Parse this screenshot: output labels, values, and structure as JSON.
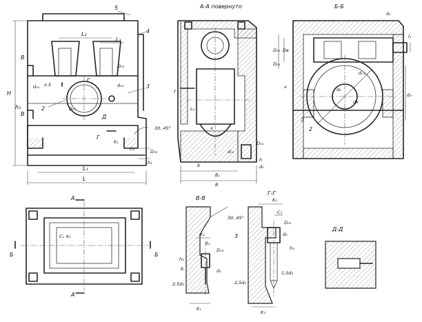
{
  "views": {
    "main_view": {
      "title": "",
      "labels": {
        "five": "5",
        "four": "4",
        "three": "3",
        "two": "2",
        "H": "H",
        "h1": "h₁",
        "B_top": "B",
        "B_bot": "B",
        "L2": "L₂",
        "L3": "L₃",
        "L1": "L₁",
        "L": "L",
        "G_top": "Г",
        "G_arrow": "Г",
        "D_arrow": "Д",
        "x5": "x.5",
        "D01": "D₀₁",
        "D02": "D₀₂",
        "d02": "d₀₂",
        "d01": "d₀₁",
        "angle": "30..45°",
        "K1": "K₁",
        "C1": "C₁",
        "D03": "D₀₃",
        "h1b": "h₁"
      }
    },
    "section_AA": {
      "title": "А-А повернуто",
      "labels": {
        "f": "f",
        "L2": "L₂",
        "x": "x",
        "B1": "B₁",
        "B": "B",
        "b": "b",
        "D01": "D₀₁",
        "d01": "d₀₁",
        "h": "h",
        "d0": "d₀"
      }
    },
    "section_BB": {
      "title": "Б-Б",
      "labels": {
        "d1": "d₁",
        "l1": "l₁",
        "D02": "D₀₂",
        "Dv": "Dв",
        "D01": "D₀₁",
        "dk": "dк",
        "d2": "d₂",
        "dn1": "dₙ₁",
        "d3": "d₃",
        "three": "3",
        "two": "2",
        "x": "x"
      }
    },
    "top_view": {
      "title": "",
      "labels": {
        "A_top": "А",
        "A_bot": "А",
        "B_left": "Б",
        "B_right": "Б",
        "C1": "C₁",
        "K1": "K₁"
      }
    },
    "section_VV": {
      "title": "В-В",
      "labels": {
        "angle": "30..45°",
        "K1": "K₁",
        "s1": "S₁",
        "D03": "D₀₃",
        "h3": "h₃",
        "d3": "d₃",
        "b": "b",
        "t2": "2,5d₃",
        "K1b": "K₁"
      }
    },
    "section_GG": {
      "title": "Г-Г",
      "labels": {
        "K2": "K₂",
        "C2": "C₂",
        "D03": "D₀₃",
        "d2": "d₂",
        "h2": "h₂",
        "three": "3",
        "t3": "1,5d₂",
        "t2": "2,5d₂",
        "K2b": "K₂"
      }
    },
    "section_DD": {
      "title": "Д-Д"
    }
  },
  "colors": {
    "ink": "#222222",
    "paper": "#ffffff"
  }
}
